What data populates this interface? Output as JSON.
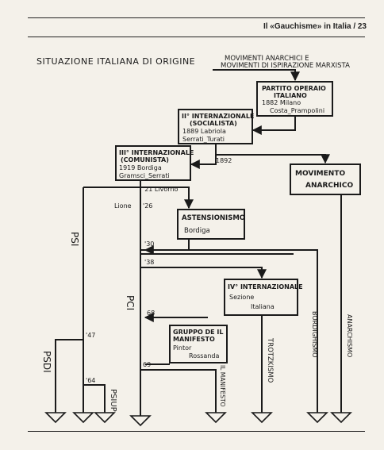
{
  "header": {
    "title": "Il «Gauchisme» in Italia / 23"
  },
  "diagram": {
    "title": "SITUAZIONE ITALIANA DI ORIGINE",
    "origins": [
      "MOVIMENTI ANARCHICI E",
      "MOVIMENTI DI ISPIRAZIONE MARXISTA"
    ],
    "boxes": {
      "partito_operaio": {
        "lines": [
          "PARTITO OPERAIO",
          "ITALIANO",
          "1882 Milano",
          "Costa_Prampolini"
        ]
      },
      "seconda_internazionale": {
        "lines": [
          "II° INTERNAZIONALE",
          "(SOCIALISTA)",
          "1889 Labriola",
          "Serrati_Turati"
        ]
      },
      "terza_internazionale": {
        "lines": [
          "III° INTERNAZIONALE",
          "(COMUNISTA)",
          "1919 Bordiga",
          "Gramsci_Serrati"
        ]
      },
      "movimento_anarchico": {
        "lines": [
          "MOVIMENTO",
          "ANARCHICO"
        ]
      },
      "astensionismo": {
        "lines": [
          "ASTENSIONISMO",
          "Bordiga"
        ]
      },
      "quarta_internazionale": {
        "lines": [
          "IV° INTERNAZIONALE",
          "Sezione",
          "Italiana"
        ]
      },
      "manifesto": {
        "lines": [
          "GRUPPO DE IL",
          "MANIFESTO",
          "Pintor",
          "Rossanda"
        ]
      }
    },
    "labels": {
      "year_1892": "1892",
      "livorno": "'21 Livorno",
      "lione": "Lione",
      "year_26": "'26",
      "year_30": "'30",
      "year_38": "'38",
      "year_68": "68",
      "year_69": "69",
      "year_47": "'47",
      "year_64": "'64"
    },
    "streams": {
      "psi": "PSI",
      "pci": "PCI",
      "psdi": "PSDI",
      "psiup": "PSIUP",
      "manifesto": "IL MANIFESTO",
      "trotzkismo": "TROTZKISMO",
      "bordighismo": "BORDIGHISMO",
      "anarchismo": "ANARCHISMO"
    }
  }
}
